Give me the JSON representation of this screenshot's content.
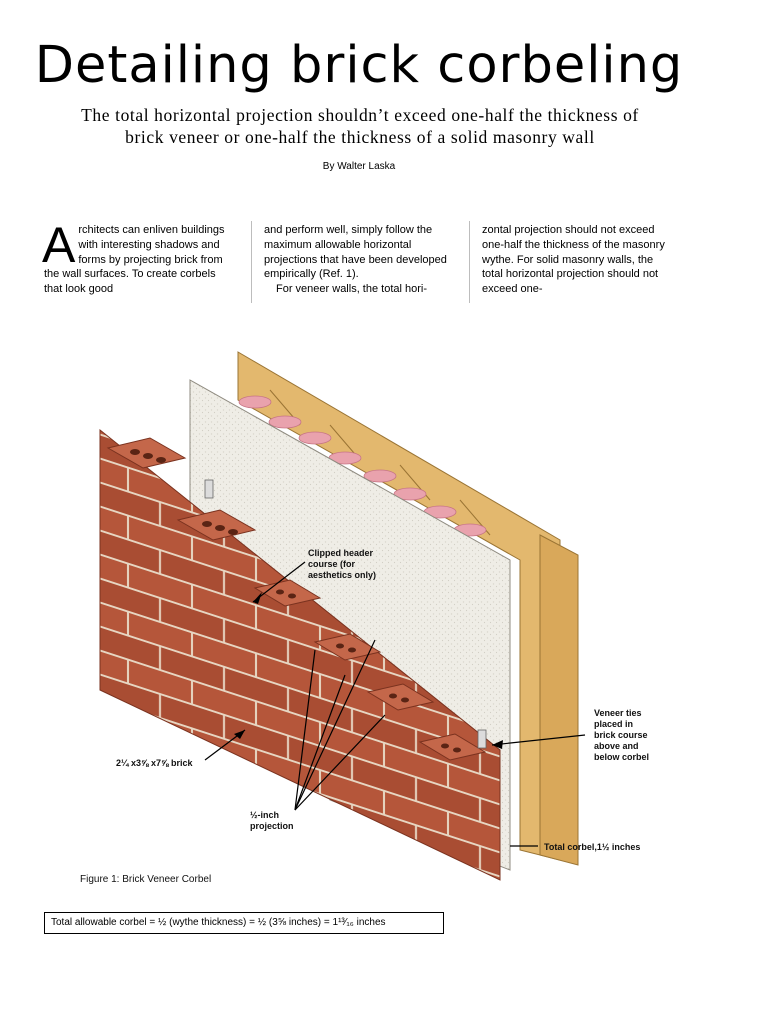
{
  "article": {
    "title": "Detailing brick corbeling",
    "subtitle_line1": "The total horizontal projection shouldn’t exceed one-half the thickness of",
    "subtitle_line2": "brick veneer or one-half the thickness of a solid masonry wall",
    "byline": "By Walter Laska"
  },
  "body": {
    "col1_dropcap": "A",
    "col1_text": "rchitects can enliven buildings with interesting shadows and forms by projecting brick from the wall surfaces. To create corbels that look good",
    "col2_para1": "and perform well, simply follow the maximum allowable horizontal projections that have been developed empirically (Ref. 1).",
    "col2_para2": "For veneer walls, the total hori-",
    "col3_text": "zontal projection should not exceed one-half the thickness of the masonry wythe. For solid masonry walls, the total horizontal projection should not exceed one-"
  },
  "figure": {
    "callouts": {
      "clipped_l1": "Clipped header",
      "clipped_l2": "course (for",
      "clipped_l3": "aesthetics only)",
      "veneer_l1": "Veneer ties",
      "veneer_l2": "placed in",
      "veneer_l3": "brick course",
      "veneer_l4": "above and",
      "veneer_l5": "below corbel",
      "brick_size": "2¼ x3⅝ x7⅝ brick",
      "proj_l1": "½-inch",
      "proj_l2": "projection",
      "total_corbel": "Total corbel,1½ inches"
    },
    "caption": "Figure 1: Brick Veneer Corbel",
    "formula": "Total allowable corbel = ½ (wythe thickness) = ½ (3⅝ inches) = 1¹³⁄₁₆ inches",
    "colors": {
      "brick": "#b5563a",
      "brick_dark": "#8e3c26",
      "mortar": "#e7d6c2",
      "sheathing": "#efede6",
      "wood": "#e3b86e",
      "insulation": "#e9a2ad"
    }
  }
}
